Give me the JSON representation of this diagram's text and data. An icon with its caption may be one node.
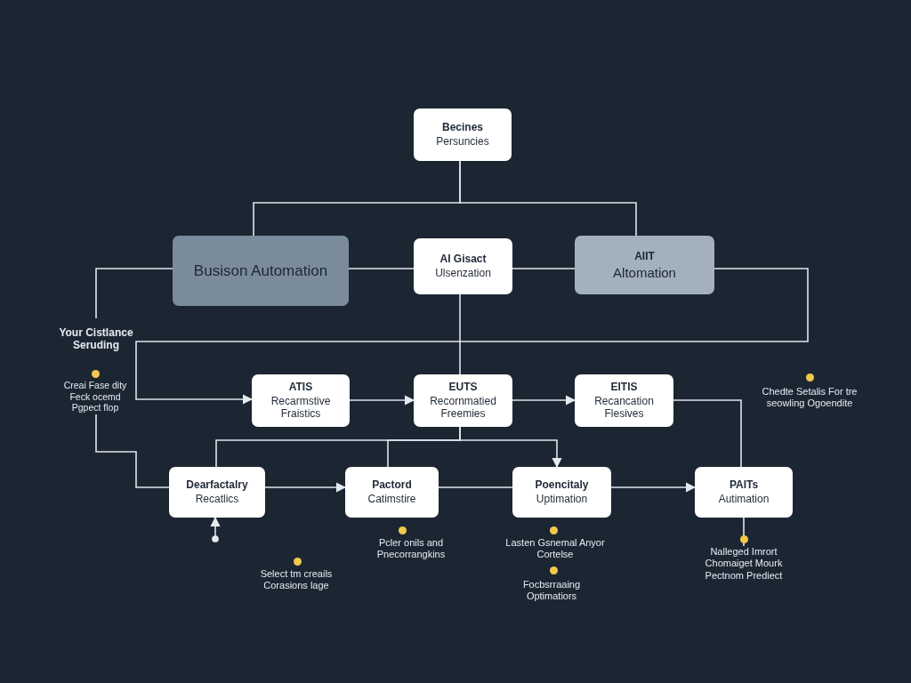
{
  "diagram": {
    "nodes": [
      {
        "text": [
          "Becines",
          "Persuncies"
        ]
      },
      {
        "text": [
          "Busison Automation"
        ]
      },
      {
        "text": [
          "AI Gisact",
          "Ulsenzation"
        ]
      },
      {
        "text": [
          "AIIT",
          "Altomation"
        ]
      },
      {
        "text": [
          "Your Cistlance Seruding"
        ]
      },
      {
        "text": [
          "Creai Fase dity Feck ocemd Pgpect flop"
        ]
      },
      {
        "text": [
          "ATIS",
          "Recarmstive Fraistics"
        ]
      },
      {
        "text": [
          "EUTS",
          "Recornmatied Freemies"
        ]
      },
      {
        "text": [
          "EITIS",
          "Recancation Flesives"
        ]
      },
      {
        "text": [
          "Dearfactalry",
          "Recatlics"
        ]
      },
      {
        "text": [
          "Pactord",
          "Catimstire"
        ]
      },
      {
        "text": [
          "Poencitaly",
          "Uptimation"
        ]
      },
      {
        "text": [
          "PAITs",
          "Autimation"
        ]
      },
      {
        "text": [
          "Nalleged Imrort Chomaiget Mourk Pectnom Prediect"
        ]
      }
    ],
    "edges": [
      {
        "from": 0,
        "to": 1,
        "arrow": "none"
      },
      {
        "from": 0,
        "to": 3,
        "arrow": "none"
      },
      {
        "from": 1,
        "to": 2,
        "arrow": "none"
      },
      {
        "from": 2,
        "to": 3,
        "arrow": "none"
      },
      {
        "from": 1,
        "to": 4,
        "arrow": "none"
      },
      {
        "from": 3,
        "to": 6,
        "arrow": "to"
      },
      {
        "from": 5,
        "to": 9,
        "arrow": "none"
      },
      {
        "from": 2,
        "to": 7,
        "arrow": "none"
      },
      {
        "from": 6,
        "to": 7,
        "arrow": "to"
      },
      {
        "from": 7,
        "to": 8,
        "arrow": "to"
      },
      {
        "from": 7,
        "to": 11,
        "arrow": "to"
      },
      {
        "from": 7,
        "to": 9,
        "arrow": "none"
      },
      {
        "from": 7,
        "to": 10,
        "arrow": "none"
      },
      {
        "from": 8,
        "to": 12,
        "arrow": "none"
      },
      {
        "from": 9,
        "to": 10,
        "arrow": "to"
      },
      {
        "from": 10,
        "to": 11,
        "arrow": "none"
      },
      {
        "from": 11,
        "to": 12,
        "arrow": "to"
      },
      {
        "from": null,
        "to": 9,
        "arrow": "to"
      },
      {
        "from": 12,
        "to": 13,
        "arrow": "none"
      }
    ],
    "labels": [
      "Chedte Setalis For tre seowling Ogoendite",
      "Pcler onils and Pnecorrangkins",
      "Lasten Gsnemal Anyor Cortelse",
      "Select tm creails Corasions lage",
      "Focbsrraaing Optimatiors"
    ]
  }
}
